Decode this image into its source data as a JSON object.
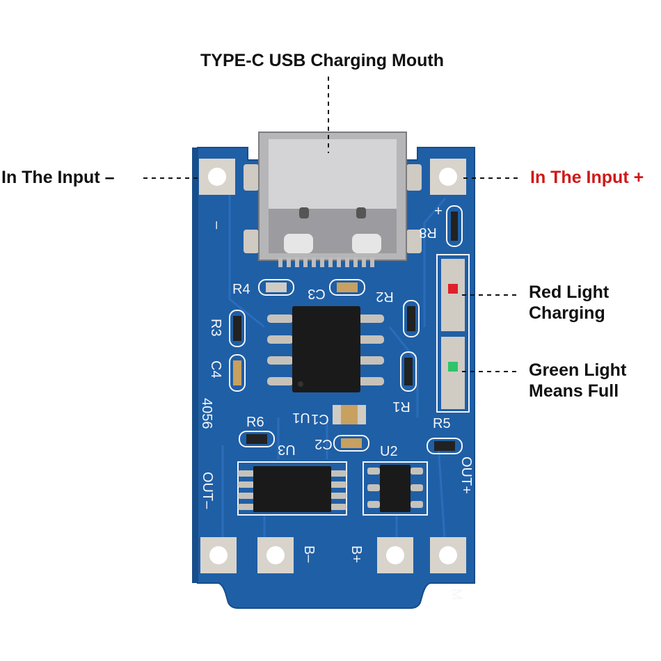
{
  "callouts": {
    "usb": "TYPE-C USB Charging Mouth",
    "input_minus": "In The Input –",
    "input_plus": "In The Input +",
    "red_light_1": "Red Light",
    "red_light_2": "Charging",
    "green_light_1": "Green Light",
    "green_light_2": "Means Full"
  },
  "silkscreen": {
    "minus": "–",
    "plus": "+",
    "r8": "R8",
    "r4": "R4",
    "c3": "C3",
    "r2": "R2",
    "r3": "R3",
    "c4": "C4",
    "chip_id": "4056",
    "u1": "U1",
    "c1": "C1",
    "c2": "C2",
    "r1": "R1",
    "r5": "R5",
    "r6": "R6",
    "u3": "U3",
    "u2": "U2",
    "out_minus": "OUT–",
    "out_plus": "OUT+",
    "b_minus": "B–",
    "b_plus": "B+",
    "m": "M"
  },
  "colors": {
    "board": "#1f5fa6",
    "pad": "#d8d4cc",
    "chip": "#1a1a1a",
    "callout_red": "#d01818",
    "red_led": "#e0202a",
    "green_led": "#2ec46a"
  }
}
